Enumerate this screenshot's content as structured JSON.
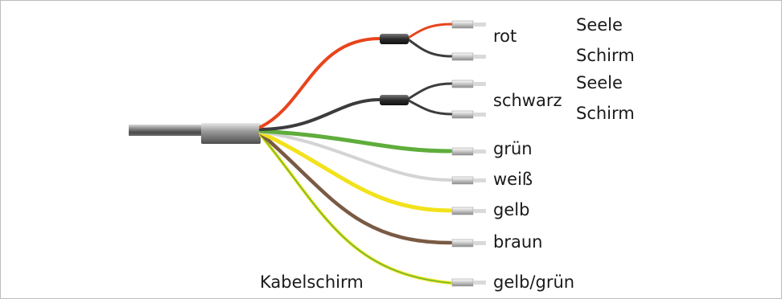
{
  "diagram": {
    "wires": [
      {
        "id": "rot",
        "label": "rot",
        "color": "#e8441c"
      },
      {
        "id": "schwarz",
        "label": "schwarz",
        "color": "#3a3a3a"
      },
      {
        "id": "gruen",
        "label": "grün",
        "color": "#5fad3c"
      },
      {
        "id": "weiss",
        "label": "weiß",
        "color": "#cfcfcf"
      },
      {
        "id": "gelb",
        "label": "gelb",
        "color": "#f2e21a"
      },
      {
        "id": "braun",
        "label": "braun",
        "color": "#7a5a44"
      },
      {
        "id": "gelbgruen",
        "label": "gelb/grün",
        "color": "#e8e020"
      }
    ],
    "sub_labels": {
      "rot_seele": "Seele",
      "rot_schirm": "Schirm",
      "schwarz_seele": "Seele",
      "schwarz_schirm": "Schirm"
    },
    "shield_label": "Kabelschirm"
  }
}
